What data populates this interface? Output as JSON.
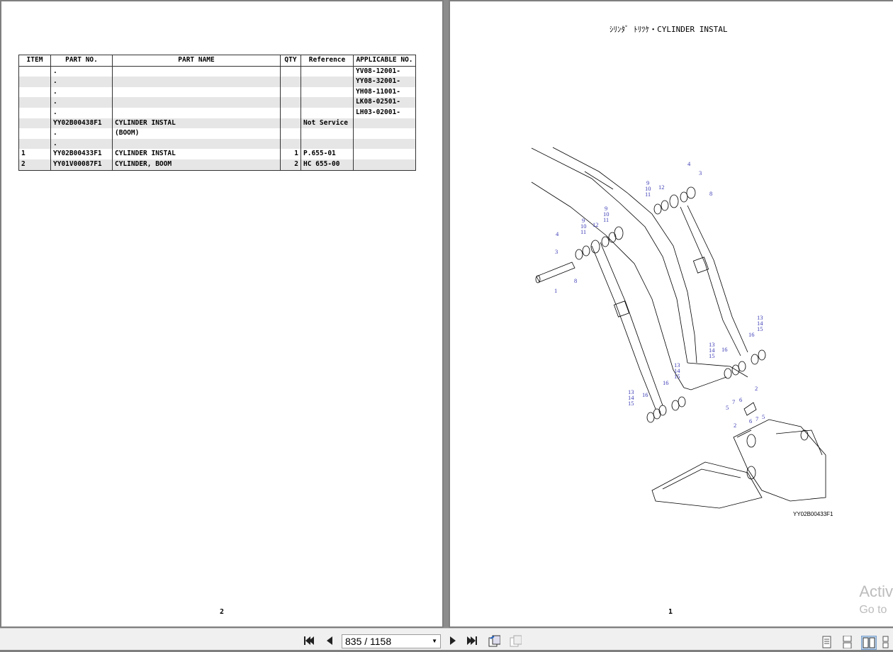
{
  "left_page": {
    "table": {
      "headers": [
        "ITEM",
        "PART NO.",
        "PART NAME",
        "QTY",
        "Reference",
        "APPLICABLE NO."
      ],
      "rows": [
        {
          "item": "",
          "part_no": ".",
          "part_name": "",
          "qty": "",
          "reference": "",
          "applicable": "YV08-12001-"
        },
        {
          "item": "",
          "part_no": ".",
          "part_name": "",
          "qty": "",
          "reference": "",
          "applicable": "YY08-32001-"
        },
        {
          "item": "",
          "part_no": ".",
          "part_name": "",
          "qty": "",
          "reference": "",
          "applicable": "YH08-11001-"
        },
        {
          "item": "",
          "part_no": ".",
          "part_name": "",
          "qty": "",
          "reference": "",
          "applicable": "LK08-02501-"
        },
        {
          "item": "",
          "part_no": ".",
          "part_name": "",
          "qty": "",
          "reference": "",
          "applicable": "LH03-02001-"
        },
        {
          "item": "",
          "part_no": "YY02B00438F1",
          "part_name": "CYLINDER INSTAL",
          "qty": "",
          "reference": "Not Service",
          "applicable": ""
        },
        {
          "item": "",
          "part_no": ".",
          "part_name": "(BOOM)",
          "qty": "",
          "reference": "",
          "applicable": ""
        },
        {
          "item": "",
          "part_no": ".",
          "part_name": "",
          "qty": "",
          "reference": "",
          "applicable": ""
        },
        {
          "item": "1",
          "part_no": "YY02B00433F1",
          "part_name": "CYLINDER INSTAL",
          "qty": "1",
          "reference": "P.655-01",
          "applicable": ""
        },
        {
          "item": "2",
          "part_no": "YY01V00087F1",
          "part_name": "CYLINDER, BOOM",
          "qty": "2",
          "reference": "HC 655-00",
          "applicable": ""
        }
      ]
    },
    "page_number": "2"
  },
  "right_page": {
    "title": "ｼﾘﾝﾀﾞ ﾄﾘﾂｹ・CYLINDER INSTAL",
    "drawing_id": "YY02B00433F1",
    "page_number": "1",
    "callouts": [
      {
        "id": "c1",
        "text": "1"
      },
      {
        "id": "c2",
        "text": "2"
      },
      {
        "id": "c3",
        "text": "2"
      },
      {
        "id": "c4",
        "text": "3"
      },
      {
        "id": "c5",
        "text": "3"
      },
      {
        "id": "c6",
        "text": "4"
      },
      {
        "id": "c7",
        "text": "4"
      },
      {
        "id": "c8",
        "text": "5"
      },
      {
        "id": "c9",
        "text": "5"
      },
      {
        "id": "c10",
        "text": "6"
      },
      {
        "id": "c11",
        "text": "6"
      },
      {
        "id": "c12",
        "text": "7"
      },
      {
        "id": "c13",
        "text": "7"
      },
      {
        "id": "c14",
        "text": "8"
      },
      {
        "id": "c15",
        "text": "8"
      },
      {
        "id": "c16",
        "text": "9"
      },
      {
        "id": "c17",
        "text": "10"
      },
      {
        "id": "c18",
        "text": "11"
      },
      {
        "id": "c19",
        "text": "9"
      },
      {
        "id": "c20",
        "text": "10"
      },
      {
        "id": "c21",
        "text": "11"
      },
      {
        "id": "c22",
        "text": "9"
      },
      {
        "id": "c23",
        "text": "10"
      },
      {
        "id": "c24",
        "text": "11"
      },
      {
        "id": "c25",
        "text": "12"
      },
      {
        "id": "c26",
        "text": "12"
      },
      {
        "id": "c27",
        "text": "13"
      },
      {
        "id": "c28",
        "text": "14"
      },
      {
        "id": "c29",
        "text": "15"
      },
      {
        "id": "c30",
        "text": "13"
      },
      {
        "id": "c31",
        "text": "14"
      },
      {
        "id": "c32",
        "text": "15"
      },
      {
        "id": "c33",
        "text": "13"
      },
      {
        "id": "c34",
        "text": "14"
      },
      {
        "id": "c35",
        "text": "15"
      },
      {
        "id": "c36",
        "text": "13"
      },
      {
        "id": "c37",
        "text": "14"
      },
      {
        "id": "c38",
        "text": "15"
      },
      {
        "id": "c39",
        "text": "16"
      },
      {
        "id": "c40",
        "text": "16"
      },
      {
        "id": "c41",
        "text": "16"
      },
      {
        "id": "c42",
        "text": "16"
      }
    ]
  },
  "watermark": {
    "line1": "Activ",
    "line2": "Go to"
  },
  "toolbar": {
    "page_indicator": "835 / 1158",
    "icons": [
      "first-page-icon",
      "previous-page-icon",
      "next-page-icon",
      "last-page-icon",
      "previous-view-icon",
      "next-view-icon",
      "single-page-view-icon",
      "continuous-view-icon",
      "facing-view-icon",
      "continuous-facing-view-icon"
    ]
  }
}
